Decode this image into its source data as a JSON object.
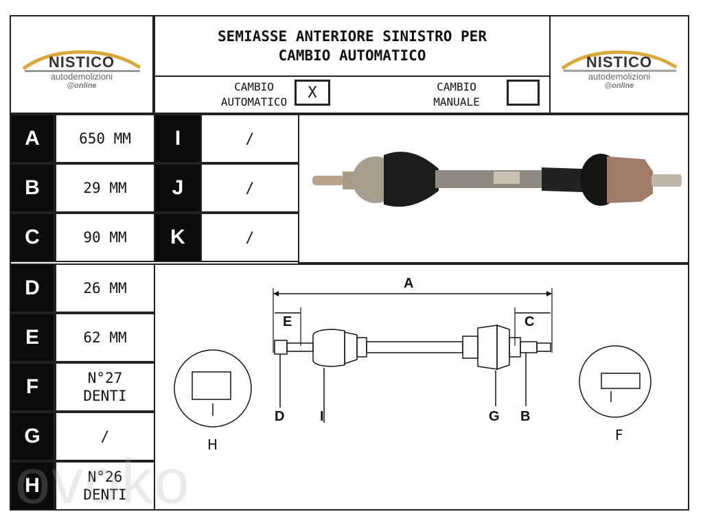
{
  "header": {
    "logo": {
      "name": "NISTICO",
      "sub": "autodemolizioni",
      "online": "@online"
    },
    "title_line1": "SEMIASSE ANTERIORE SINISTRO PER",
    "title_line2": "CAMBIO AUTOMATICO",
    "options": [
      {
        "label_line1": "CAMBIO",
        "label_line2": "AUTOMATICO",
        "mark": "X"
      },
      {
        "label_line1": "CAMBIO",
        "label_line2": "MANUALE",
        "mark": ""
      }
    ]
  },
  "specs_left": [
    {
      "letter": "A",
      "line1": "650 MM",
      "line2": ""
    },
    {
      "letter": "B",
      "line1": "29 MM",
      "line2": ""
    },
    {
      "letter": "C",
      "line1": "90 MM",
      "line2": ""
    },
    {
      "letter": "D",
      "line1": "26 MM",
      "line2": ""
    },
    {
      "letter": "E",
      "line1": "62 MM",
      "line2": ""
    },
    {
      "letter": "F",
      "line1": "N°27",
      "line2": "DENTI"
    },
    {
      "letter": "G",
      "line1": "/",
      "line2": ""
    },
    {
      "letter": "H",
      "line1": "N°26",
      "line2": "DENTI"
    }
  ],
  "specs_right": [
    {
      "letter": "I",
      "value": "/"
    },
    {
      "letter": "J",
      "value": "/"
    },
    {
      "letter": "K",
      "value": "/"
    }
  ],
  "diagram": {
    "labels": {
      "A": "A",
      "E": "E",
      "C": "C",
      "D": "D",
      "I": "I",
      "G": "G",
      "B": "B",
      "H": "H",
      "F": "F"
    }
  },
  "watermark": "ovoko",
  "colors": {
    "logo_gold": "#d9a93b",
    "ink": "#111111",
    "letter_bg": "#0b0b0b"
  }
}
